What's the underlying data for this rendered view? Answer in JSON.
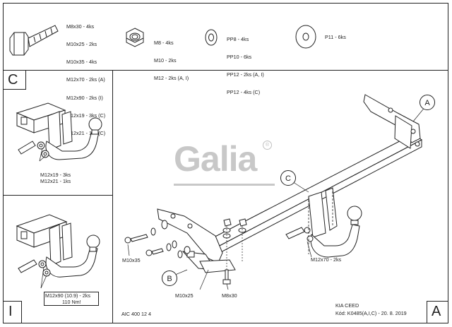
{
  "parts": {
    "bolt_specs": [
      "M8x30 - 4ks",
      "M10x25 - 2ks",
      "M10x35 - 4ks",
      "M12x70 - 2ks (A)",
      "M12x90 - 2ks (I)",
      "M12x19 - 3ks (C)",
      "M12x21 - 1ks (C)"
    ],
    "nut_specs": [
      "M8 - 4ks",
      "M10 - 2ks",
      "M12 - 2ks (A, I)"
    ],
    "washer_specs": [
      "PP8 - 4ks",
      "PP10 - 6ks",
      "PP12 - 2ks (A, I)",
      "PP12 - 4ks (C)"
    ],
    "large_washer_spec": "P11 - 6ks"
  },
  "panel_c": {
    "letter": "C",
    "bolt_label_1": "M12x19 - 3ks",
    "bolt_label_2": "M12x21 - 1ks"
  },
  "panel_i": {
    "letter": "I",
    "bolt_label_1": "M12x90 (10.9) - 2ks",
    "bolt_label_2": "110 Nm!"
  },
  "main": {
    "letter": "A",
    "logo": "Galia",
    "logo_mark": "®",
    "callout_a": "A",
    "callout_b": "B",
    "callout_c": "C",
    "label_m10x35": "M10x35",
    "label_m10x25": "M10x25",
    "label_m8x30": "M8x30",
    "label_m12x70": "M12x70 - 2ks",
    "drawing_code": "AIC 400 12 4",
    "vehicle": "KIA CEED",
    "code": "Kód: K0485(A,I,C) - 20. 8. 2019"
  }
}
